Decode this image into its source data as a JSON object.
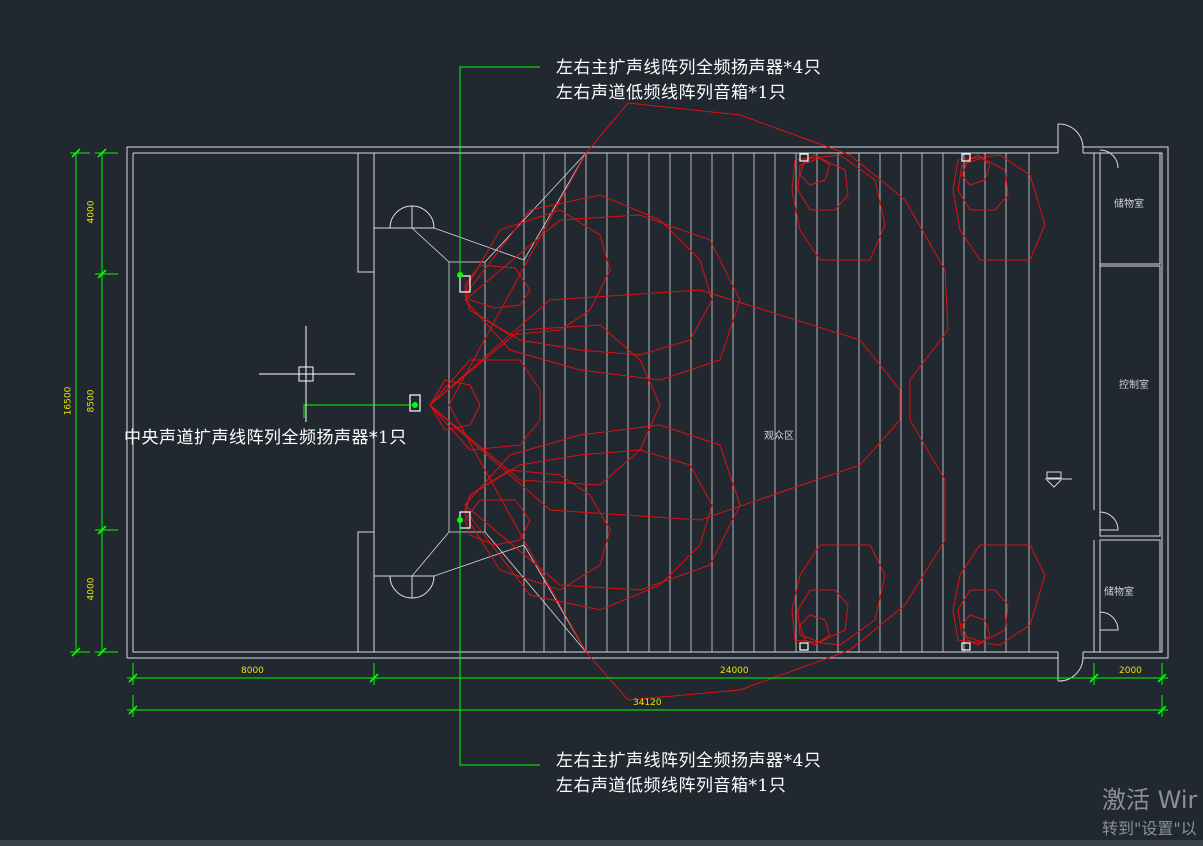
{
  "annotations": {
    "top_line1": "左右主扩声线阵列全频扬声器*4只",
    "top_line2": "左右声道低频线阵列音箱*1只",
    "center": "中央声道扩声线阵列全频扬声器*1只",
    "bottom_line1": "左右主扩声线阵列全频扬声器*4只",
    "bottom_line2": "左右声道低频线阵列音箱*1只"
  },
  "rooms": {
    "storage_top": "储物室",
    "control": "控制室",
    "storage_bottom": "储物室",
    "audience": "观众区"
  },
  "dimensions": {
    "horizontal": [
      "8000",
      "24000",
      "2000",
      "34120"
    ],
    "vertical": [
      "4000",
      "8500",
      "4000",
      "16500"
    ]
  },
  "watermark": {
    "line1": "激活 Wir",
    "line2": "转到\"设置\"以"
  },
  "colors": {
    "background": "#212830",
    "walls": "#d8dbe0",
    "coverage": "#e01010",
    "dimension": "#00ff00",
    "dim_text": "#e6e600",
    "leader": "#00ff00"
  }
}
